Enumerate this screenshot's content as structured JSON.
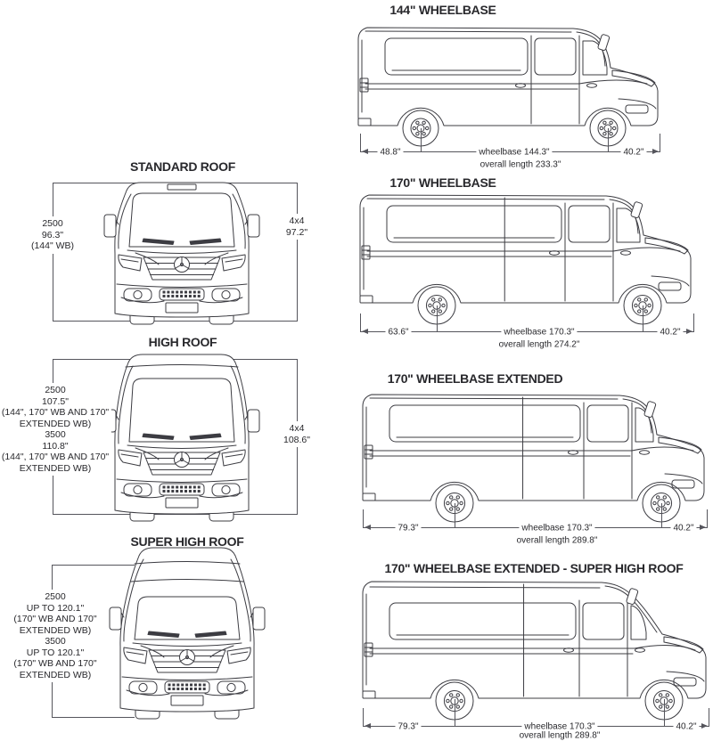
{
  "document": {
    "type": "van-exterior-dimension-diagram",
    "units": "inches"
  },
  "colors": {
    "line": "#3c3c42",
    "frame_line": "#55555c",
    "text": "#28282c",
    "background": "#ffffff"
  },
  "front_views": [
    {
      "title": "STANDARD ROOF",
      "height_label": "2500\n96.3\"\n(144\" WB)",
      "width_label": "4x4\n97.2\""
    },
    {
      "title": "HIGH ROOF",
      "height_label": "2500\n107.5\"\n(144\", 170\" WB AND 170\"\nEXTENDED WB)\n3500\n110.8\"\n(144\", 170\" WB AND 170\"\nEXTENDED WB)",
      "width_label": "4x4\n108.6\""
    },
    {
      "title": "SUPER HIGH ROOF",
      "height_label": "2500\nUP TO 120.1\"\n(170\" WB AND 170\"\nEXTENDED WB)\n3500\nUP TO 120.1\"\n(170\" WB AND 170\"\nEXTENDED WB)",
      "width_label": ""
    }
  ],
  "side_views": [
    {
      "title": "144\" WHEELBASE",
      "rear_overhang": "48.8\"",
      "wheelbase": "wheelbase 144.3\"",
      "overall_length": "overall length 233.3\"",
      "front_overhang": "40.2\""
    },
    {
      "title": "170\" WHEELBASE",
      "rear_overhang": "63.6\"",
      "wheelbase": "wheelbase 170.3\"",
      "overall_length": "overall length 274.2\"",
      "front_overhang": "40.2\""
    },
    {
      "title": "170\" WHEELBASE EXTENDED",
      "rear_overhang": "79.3\"",
      "wheelbase": "wheelbase 170.3\"",
      "overall_length": "overall length 289.8\"",
      "front_overhang": "40.2\""
    },
    {
      "title": "170\" WHEELBASE EXTENDED - SUPER HIGH ROOF",
      "rear_overhang": "79.3\"",
      "wheelbase": "wheelbase 170.3\"",
      "overall_length": "overall length 289.8\"",
      "front_overhang": "40.2\""
    }
  ]
}
